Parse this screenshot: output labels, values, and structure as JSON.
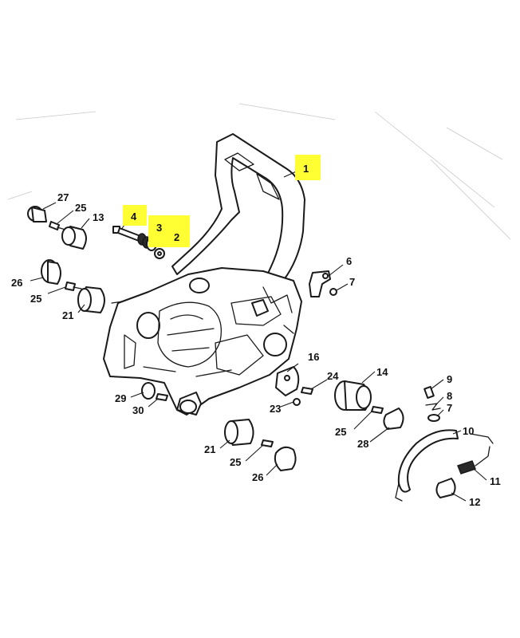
{
  "highlight_color": "#ffff33",
  "callouts": {
    "c1": "1",
    "c2": "2",
    "c3": "3",
    "c4": "4",
    "c27": "27",
    "c25a": "25",
    "c13": "13",
    "c26a": "26",
    "c25b": "25",
    "c21a": "21",
    "c6": "6",
    "c7a": "7",
    "c16": "16",
    "c24": "24",
    "c23": "23",
    "c14": "14",
    "c25c": "25",
    "c28": "28",
    "c9": "9",
    "c8": "8",
    "c7b": "7",
    "c10": "10",
    "c11": "11",
    "c12": "12",
    "c29": "29",
    "c30": "30",
    "c21b": "21",
    "c25d": "25",
    "c26b": "26"
  }
}
